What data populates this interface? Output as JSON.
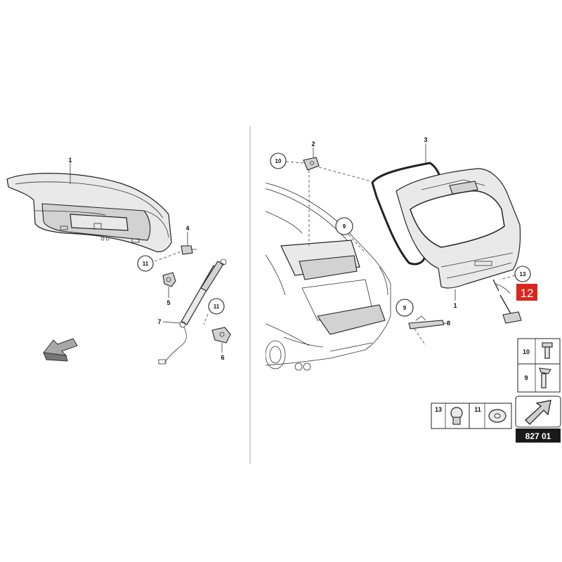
{
  "callouts": {
    "left_1": "1",
    "left_4": "4",
    "left_11a": "11",
    "left_5": "5",
    "left_11b": "11",
    "left_7": "7",
    "left_6": "6",
    "right_2": "2",
    "right_10": "10",
    "right_3": "3",
    "right_9a": "9",
    "right_13": "13",
    "right_12": "12",
    "right_1": "1",
    "right_9b": "9",
    "right_8": "8"
  },
  "legend": {
    "box_10": "10",
    "box_9": "9",
    "box_13": "13",
    "box_11": "11"
  },
  "diagram_code": "827 01",
  "colors": {
    "highlight": "#d9251c",
    "code_box": "#1a1a1a"
  }
}
